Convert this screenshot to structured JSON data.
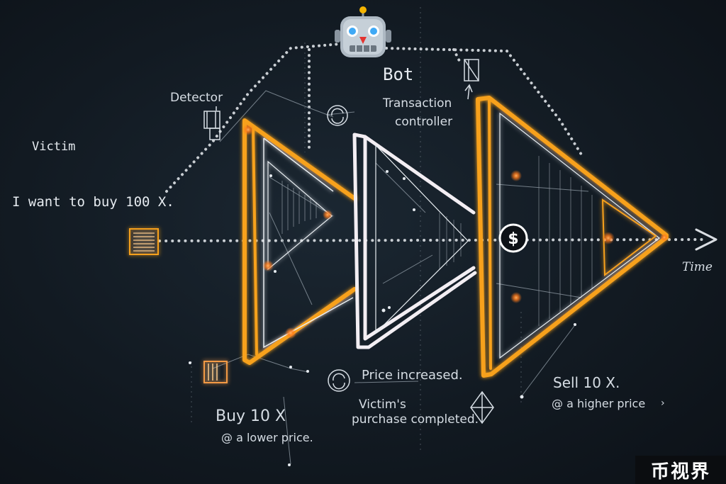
{
  "labels": {
    "bot": "Bot",
    "transaction_controller_line1": "Transaction",
    "transaction_controller_line2": "controller",
    "detector": "Detector",
    "victim": "Victim",
    "victim_quote": "I want to buy 100 X.",
    "time": "Time",
    "buy_line1": "Buy 10 X",
    "buy_line2": "@ a lower price.",
    "price_increased": "Price increased.",
    "victim_purchase_line1": "Victim's",
    "victim_purchase_line2": "purchase completed.",
    "sell_line1": "Sell 10 X.",
    "sell_line2": "@ a higher price",
    "sell_arrow": "›",
    "dollar": "$"
  },
  "watermark": "币视界",
  "colors": {
    "background": "#121a22",
    "orange": "#f7a11a",
    "white_line": "#f3eef3",
    "dotted": "#c9ced3",
    "glow": "#ff7a1a"
  },
  "icons": {
    "bot": "robot-icon",
    "detector": "detector-icon",
    "victim": "victim-icon",
    "coin": "coin-swap-icon",
    "diamond": "diamond-icon"
  }
}
